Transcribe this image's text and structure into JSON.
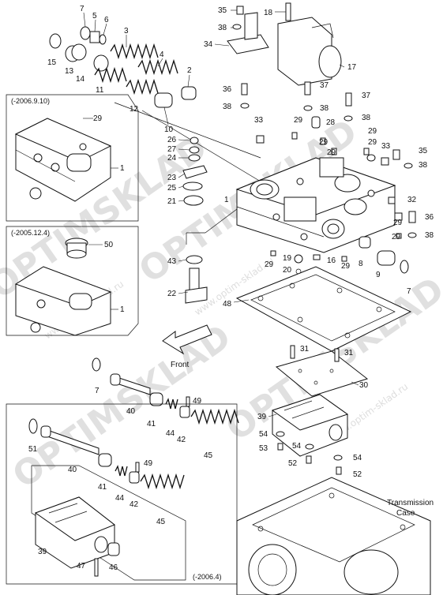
{
  "diagram": {
    "insets": {
      "top_title": "(-2006.9.10)",
      "mid_title": "(-2005.12.4)",
      "bottom_title": "(-2006.4)"
    },
    "direction_label": "Front",
    "case_label_line1": "Transmission",
    "case_label_line2": "Case",
    "watermark": {
      "brand": "OPTIMSKLAD",
      "url": "www.optim-sklad.ru"
    },
    "callouts": [
      "1",
      "2",
      "3",
      "4",
      "5",
      "6",
      "7",
      "8",
      "9",
      "10",
      "11",
      "12",
      "13",
      "14",
      "15",
      "16",
      "17",
      "18",
      "19",
      "20",
      "21",
      "22",
      "23",
      "24",
      "25",
      "26",
      "27",
      "28",
      "29",
      "30",
      "31",
      "32",
      "33",
      "34",
      "35",
      "36",
      "37",
      "38",
      "39",
      "40",
      "41",
      "42",
      "43",
      "44",
      "45",
      "46",
      "47",
      "48",
      "49",
      "50",
      "51",
      "52",
      "53",
      "54"
    ]
  }
}
